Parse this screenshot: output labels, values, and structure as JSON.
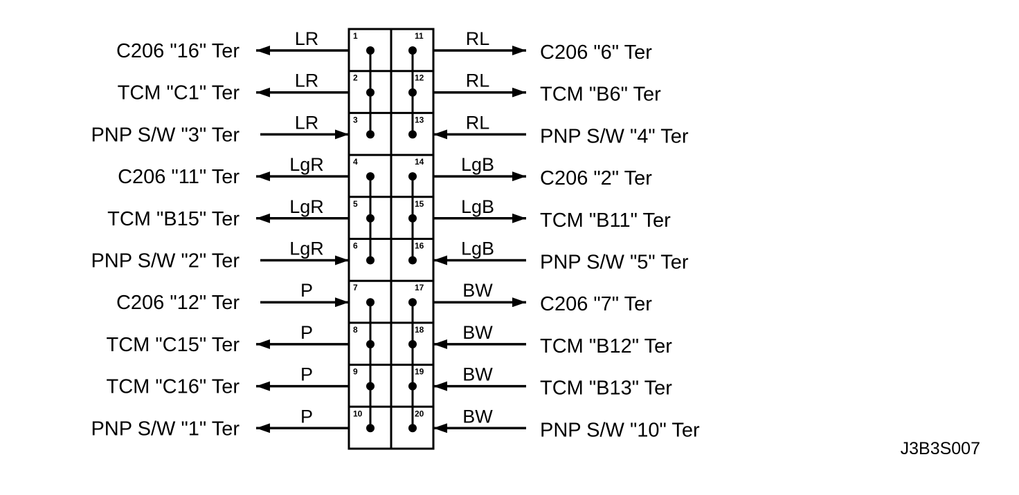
{
  "diagram_code": "J3B3S007",
  "left_rows": [
    {
      "pin": "1",
      "label": "C206  \"16\" Ter",
      "wire": "LR",
      "direction": "out"
    },
    {
      "pin": "2",
      "label": "TCM  \"C1\" Ter",
      "wire": "LR",
      "direction": "out"
    },
    {
      "pin": "3",
      "label": "PNP S/W  \"3\" Ter",
      "wire": "LR",
      "direction": "in"
    },
    {
      "pin": "4",
      "label": "C206  \"11\" Ter",
      "wire": "LgR",
      "direction": "out"
    },
    {
      "pin": "5",
      "label": "TCM  \"B15\" Ter",
      "wire": "LgR",
      "direction": "out"
    },
    {
      "pin": "6",
      "label": "PNP S/W  \"2\" Ter",
      "wire": "LgR",
      "direction": "in"
    },
    {
      "pin": "7",
      "label": "C206  \"12\" Ter",
      "wire": "P",
      "direction": "in"
    },
    {
      "pin": "8",
      "label": "TCM  \"C15\" Ter",
      "wire": "P",
      "direction": "out"
    },
    {
      "pin": "9",
      "label": "TCM  \"C16\" Ter",
      "wire": "P",
      "direction": "out"
    },
    {
      "pin": "10",
      "label": "PNP S/W  \"1\" Ter",
      "wire": "P",
      "direction": "out"
    }
  ],
  "right_rows": [
    {
      "pin": "11",
      "label": "C206  \"6\" Ter",
      "wire": "RL",
      "direction": "out"
    },
    {
      "pin": "12",
      "label": "TCM  \"B6\" Ter",
      "wire": "RL",
      "direction": "out"
    },
    {
      "pin": "13",
      "label": "PNP S/W  \"4\" Ter",
      "wire": "RL",
      "direction": "in"
    },
    {
      "pin": "14",
      "label": "C206  \"2\" Ter",
      "wire": "LgB",
      "direction": "out"
    },
    {
      "pin": "15",
      "label": "TCM  \"B11\" Ter",
      "wire": "LgB",
      "direction": "out"
    },
    {
      "pin": "16",
      "label": "PNP S/W  \"5\" Ter",
      "wire": "LgB",
      "direction": "in"
    },
    {
      "pin": "17",
      "label": "C206  \"7\" Ter",
      "wire": "BW",
      "direction": "out"
    },
    {
      "pin": "18",
      "label": "TCM  \"B12\" Ter",
      "wire": "BW",
      "direction": "in"
    },
    {
      "pin": "19",
      "label": "TCM  \"B13\" Ter",
      "wire": "BW",
      "direction": "in"
    },
    {
      "pin": "20",
      "label": "PNP S/W  \"10\" Ter",
      "wire": "BW",
      "direction": "in"
    }
  ],
  "bus_groups": [
    {
      "side": "left",
      "from_row": 0,
      "to_row": 2
    },
    {
      "side": "left",
      "from_row": 3,
      "to_row": 5
    },
    {
      "side": "left",
      "from_row": 6,
      "to_row": 9
    },
    {
      "side": "right",
      "from_row": 0,
      "to_row": 2
    },
    {
      "side": "right",
      "from_row": 3,
      "to_row": 5
    },
    {
      "side": "right",
      "from_row": 6,
      "to_row": 9
    }
  ]
}
